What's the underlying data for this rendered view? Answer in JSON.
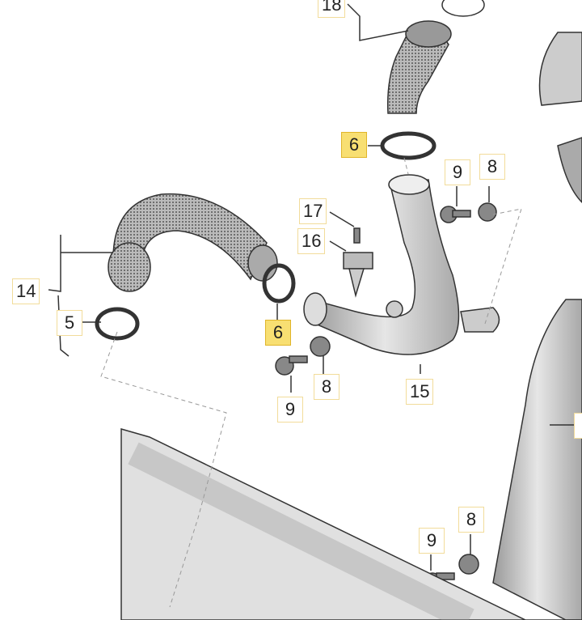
{
  "diagram": {
    "labels": [
      {
        "id": "18",
        "text": "18",
        "highlight": false
      },
      {
        "id": "6a",
        "text": "6",
        "highlight": true
      },
      {
        "id": "9a",
        "text": "9",
        "highlight": false
      },
      {
        "id": "8a",
        "text": "8",
        "highlight": false
      },
      {
        "id": "17",
        "text": "17",
        "highlight": false
      },
      {
        "id": "16",
        "text": "16",
        "highlight": false
      },
      {
        "id": "14",
        "text": "14",
        "highlight": false
      },
      {
        "id": "5",
        "text": "5",
        "highlight": false
      },
      {
        "id": "6b",
        "text": "6",
        "highlight": true
      },
      {
        "id": "9b",
        "text": "9",
        "highlight": false
      },
      {
        "id": "8b",
        "text": "8",
        "highlight": false
      },
      {
        "id": "15",
        "text": "15",
        "highlight": false
      },
      {
        "id": "9c",
        "text": "9",
        "highlight": false
      },
      {
        "id": "8c",
        "text": "8",
        "highlight": false
      }
    ],
    "colors": {
      "highlight": "#f8df72",
      "label_border": "#f2dc9a",
      "part_fill": "#cfcfcf",
      "outline": "#333333"
    }
  }
}
